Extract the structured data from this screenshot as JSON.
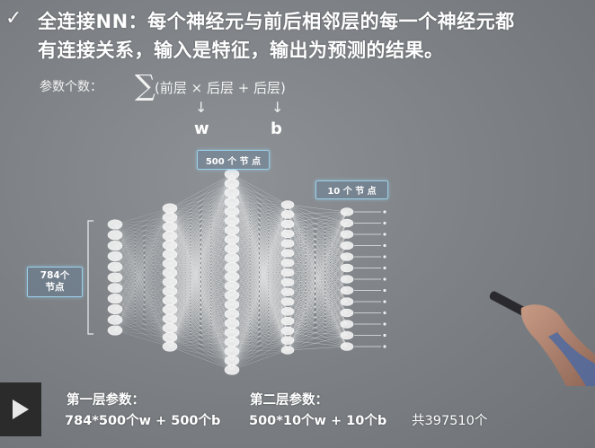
{
  "header": {
    "check_glyph": "✓",
    "line1": "全连接NN：每个神经元与前后相邻层的每一个神经元都",
    "line2": "有连接关系，输入是特征，输出为预测的结果。"
  },
  "params": {
    "label": "参数个数：",
    "sigma": "∑",
    "formula": "(前层 × 后层 + 后层)",
    "w_label": "w",
    "b_label": "b"
  },
  "network": {
    "input_label": "784个\n节点",
    "hidden_label": "500 个 节 点",
    "output_label": "10 个 节 点"
  },
  "footer": {
    "layer1_title": "第一层参数：",
    "layer1_formula": "784*500个w + 500个b",
    "layer2_title": "第二层参数：",
    "layer2_formula": "500*10个w + 10个b",
    "total": "共397510个"
  },
  "player": {
    "play_icon": "play-icon"
  }
}
